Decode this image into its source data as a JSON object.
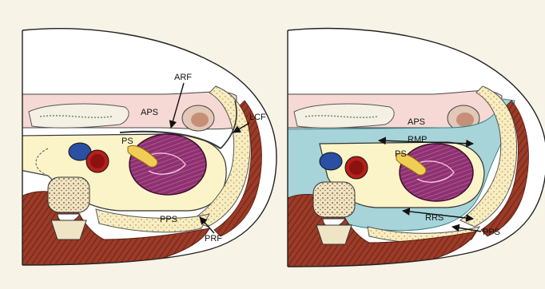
{
  "colors": {
    "background": "#f7f3e6",
    "body_wall": "#ffffff",
    "anterior_pararenal_fat": "#f6d9d5",
    "perirenal_fat": "#fbf4c8",
    "posterior_pararenal_fat": "#f8edc2",
    "kidney": "#8e3170",
    "renal_pelvis": "#f0cd55",
    "aorta": "#b81f1a",
    "ivc": "#2a4fa3",
    "muscle": "#9b3b28",
    "vertebra": "#efe4c4",
    "fascial_planes": "#a6d4d9",
    "outline": "#222222"
  },
  "left_panel": {
    "labels": {
      "aps": "APS",
      "ps": "PS",
      "pps": "PPS",
      "arf": "ARF",
      "lcf": "LCF",
      "prf": "PRF"
    }
  },
  "right_panel": {
    "labels": {
      "aps": "APS",
      "ps": "PS",
      "rmp": "RMP",
      "rrs": "RRS",
      "pps": "PPS"
    }
  }
}
